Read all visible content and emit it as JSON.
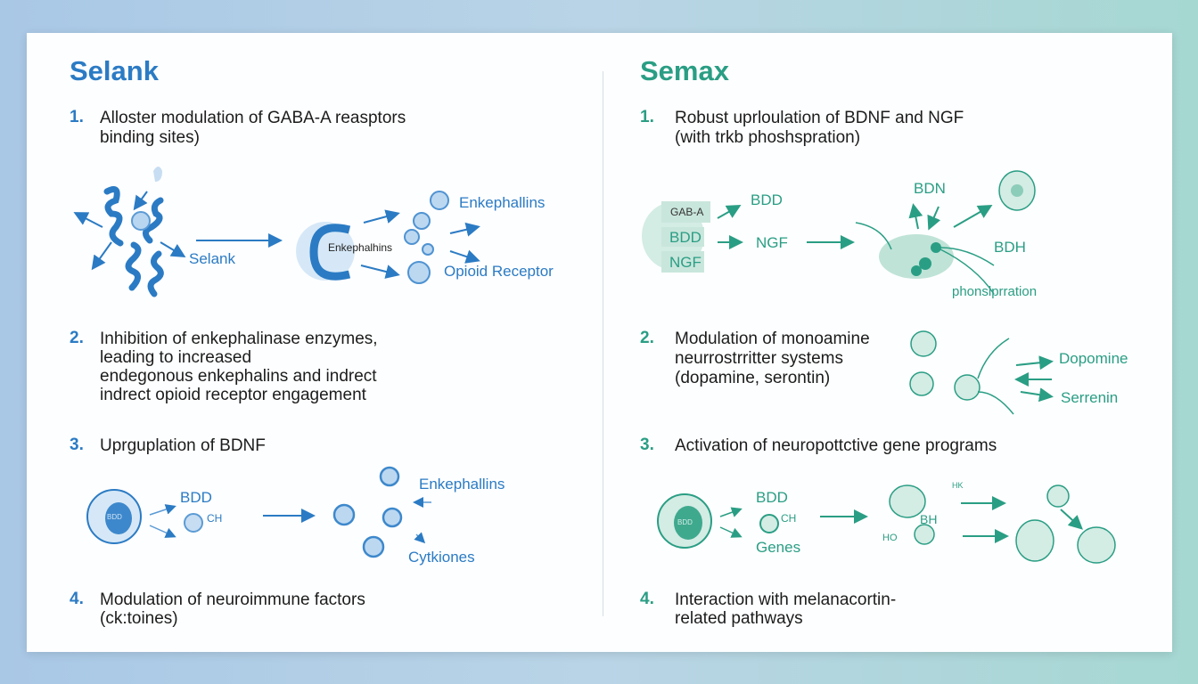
{
  "colors": {
    "selank": "#2b7bc4",
    "semax": "#2a9e84"
  },
  "selank": {
    "title": "Selank",
    "items": [
      {
        "num": "1.",
        "lines": [
          "Alloster modulation of GABA-A reasptors",
          "binding sites)"
        ]
      },
      {
        "num": "2.",
        "lines": [
          "Inhibition of enkephalinase enzymes,",
          "leading to increased",
          "endegonous enkephalins and indrect",
          "indrect opioid receptor engagement"
        ]
      },
      {
        "num": "3.",
        "lines": [
          "Uprguplation of BDNF"
        ]
      },
      {
        "num": "4.",
        "lines": [
          "Modulation of neuroimmune factors",
          "(ck:toines)"
        ]
      }
    ],
    "diagram1": {
      "selank": "Selank",
      "pocket": "Enkephalhins",
      "enk": "Enkephallins",
      "opioid": "Opioid Receptor"
    },
    "diagram3": {
      "cell": "BDD",
      "bdd": "BDD",
      "ch": "CH",
      "enk": "Enkephallins",
      "cyt": "Cytkiones"
    }
  },
  "semax": {
    "title": "Semax",
    "items": [
      {
        "num": "1.",
        "lines": [
          "Robust uprloulation of BDNF and NGF",
          "(with trkb phoshspration)"
        ]
      },
      {
        "num": "2.",
        "lines": [
          "Modulation of monoamine",
          "neurrostrritter systems",
          "(dopamine, serontin)"
        ]
      },
      {
        "num": "3.",
        "lines": [
          "Activation of neuropottctive gene programs"
        ]
      },
      {
        "num": "4.",
        "lines": [
          "Interaction with melanacortin-",
          "related pathways"
        ]
      }
    ],
    "diagram1": {
      "gaba": "GAB-A",
      "bdd_box": "BDD",
      "ngf_box": "NGF",
      "bdd": "BDD",
      "ngf": "NGF",
      "bdn": "BDN",
      "bdh": "BDH",
      "phos": "phonslprration"
    },
    "diagram2": {
      "dopamine": "Dopomine",
      "serotonin": "Serrenin"
    },
    "diagram3": {
      "cell": "BDD",
      "bdd": "BDD",
      "ch": "CH",
      "genes": "Genes",
      "hk": "HK",
      "bh": "BH",
      "ho": "HO"
    }
  }
}
